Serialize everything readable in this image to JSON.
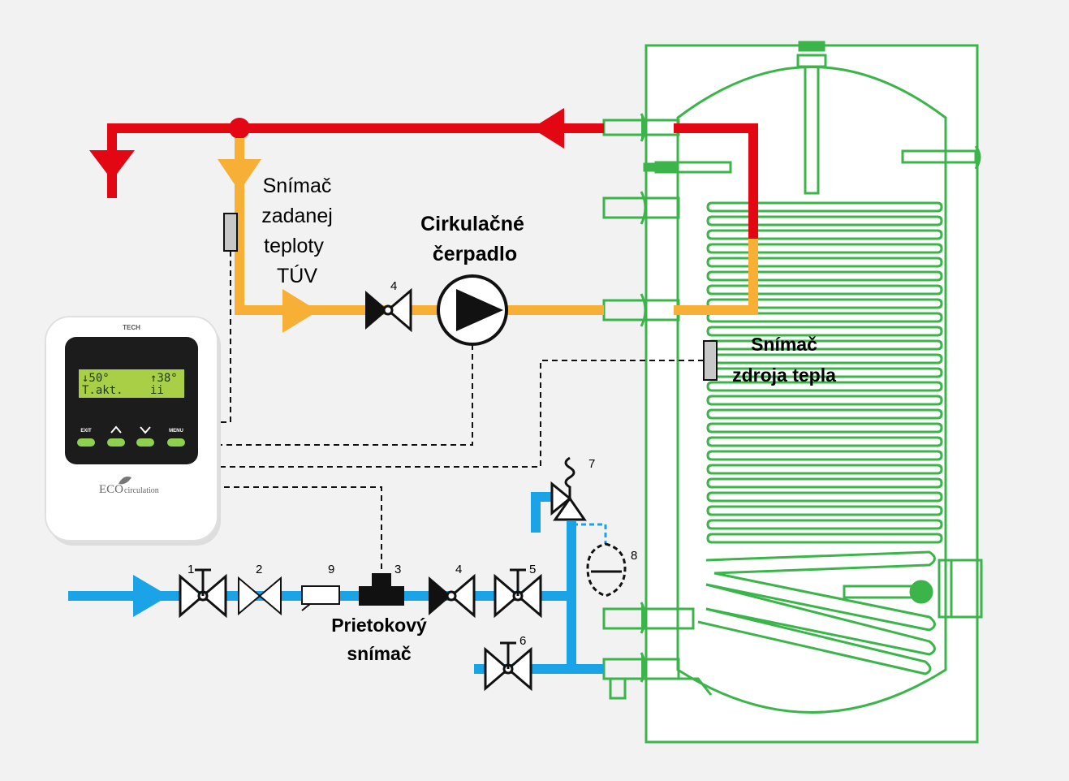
{
  "labels": {
    "sensor_setpoint": [
      "Snímač",
      "zadanej",
      "teploty",
      "TÚV"
    ],
    "pump": [
      "Cirkulačné",
      "čerpadlo"
    ],
    "heat_source_sensor": [
      "Snímač",
      "zdroja tepla"
    ],
    "flow_sensor": [
      "Prietokový",
      "snímač"
    ]
  },
  "component_numbers": {
    "n1": "1",
    "n2": "2",
    "n9": "9",
    "n3": "3",
    "n4a": "4",
    "n5": "5",
    "n6": "6",
    "n7": "7",
    "n8": "8",
    "n4b": "4"
  },
  "controller": {
    "brand": "TECH",
    "lcd_line1_left": "↓50°",
    "lcd_line1_right": "↑38°",
    "lcd_line2": "T.akt.",
    "buttons": [
      "EXIT",
      "^",
      "v",
      "MENU"
    ],
    "logo_main": "ECO",
    "logo_sub": "circulation"
  },
  "colors": {
    "hot": "#e30613",
    "warm": "#f7b035",
    "cold": "#1aa3e6",
    "tank": "#3bb54a",
    "background": "#f2f2f2",
    "lcd": "#a8cf45",
    "button": "#8fd14f"
  }
}
